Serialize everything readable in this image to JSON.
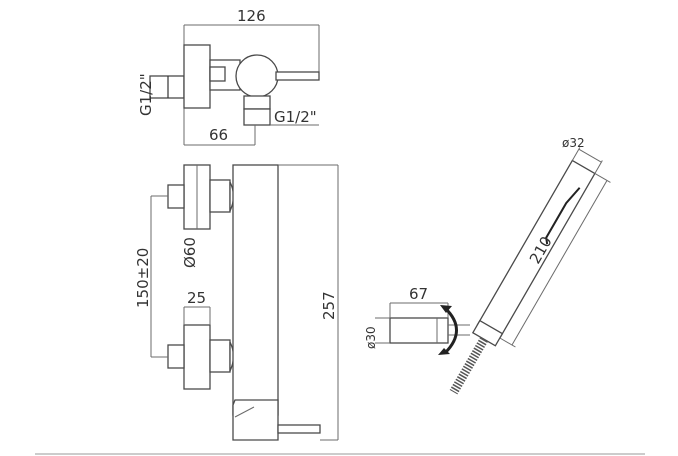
{
  "drawing": {
    "top_view": {
      "width_label": "126",
      "inlet_left_label": "G1/2\"",
      "outlet_bottom_label": "G1/2\"",
      "offset_label": "66"
    },
    "front_view": {
      "spacing_label": "150±20",
      "diameter_label": "Ø60",
      "depth_label": "25",
      "height_label": "257"
    },
    "hand_shower": {
      "diameter_label": "ø32",
      "length_label": "210"
    },
    "holder": {
      "length_label": "67",
      "diameter_label": "ø30"
    },
    "colors": {
      "line": "#6b6b6b",
      "text": "#333333",
      "background": "#ffffff"
    }
  }
}
